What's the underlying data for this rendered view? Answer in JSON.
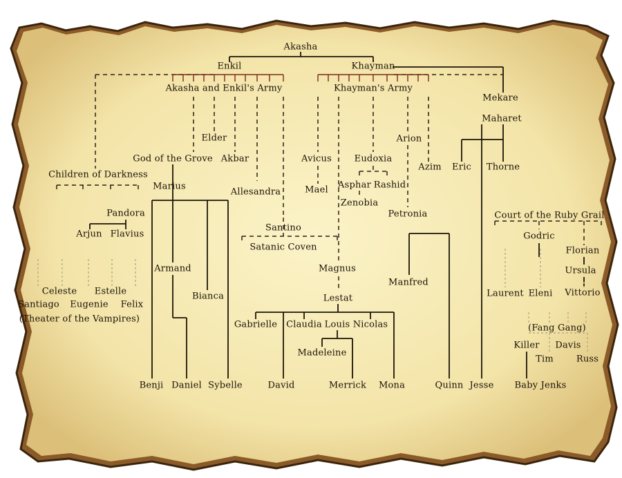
{
  "nodes": {
    "akasha": "Akasha",
    "enkil": "Enkil",
    "khayman": "Khayman",
    "akasha_enkil_army": "Akasha and Enkil's Army",
    "khaymans_army": "Khayman's Army",
    "mekare": "Mekare",
    "maharet": "Maharet",
    "elder": "Elder",
    "god_of_the_grove": "God of the Grove",
    "akbar": "Akbar",
    "children_of_darkness": "Children of Darkness",
    "marius": "Marius",
    "allesandra": "Allesandra",
    "avicus": "Avicus",
    "mael": "Mael",
    "eudoxia": "Eudoxia",
    "asphar": "Asphar",
    "rashid": "Rashid",
    "zenobia": "Zenobia",
    "arion": "Arion",
    "azim": "Azim",
    "eric": "Eric",
    "thorne": "Thorne",
    "pandora": "Pandora",
    "arjun": "Arjun",
    "flavius": "Flavius",
    "santino": "Santino",
    "satanic_coven": "Satanic Coven",
    "petronia": "Petronia",
    "court_of_the_ruby_grail": "Court of the Ruby Grail",
    "godric": "Godric",
    "florian": "Florian",
    "ursula": "Ursula",
    "vittorio": "Vittorio",
    "laurent": "Laurent",
    "eleni": "Eleni",
    "armand": "Armand",
    "magnus": "Magnus",
    "manfred": "Manfred",
    "celeste": "Celeste",
    "estelle": "Estelle",
    "santiago": "Santiago",
    "eugenie": "Eugenie",
    "felix": "Felix",
    "theater_of_the_vampires": "(Theater of the Vampires)",
    "bianca": "Bianca",
    "lestat": "Lestat",
    "gabrielle": "Gabrielle",
    "claudia": "Claudia",
    "louis": "Louis",
    "nicolas": "Nicolas",
    "madeleine": "Madeleine",
    "fang_gang": "(Fang Gang)",
    "killer": "Killer",
    "davis": "Davis",
    "tim": "Tim",
    "russ": "Russ",
    "baby_jenks": "Baby Jenks",
    "benji": "Benji",
    "daniel": "Daniel",
    "sybelle": "Sybelle",
    "david": "David",
    "merrick": "Merrick",
    "mona": "Mona",
    "quinn": "Quinn",
    "jesse": "Jesse"
  },
  "colors": {
    "parchment": "#f6eab4",
    "parchment_edge": "#c9a25a",
    "burnt_edge": "#5a3a1c",
    "line": "#1c1408",
    "dashed_line": "#2a2014",
    "army_line": "#7a2a1a",
    "faint_line": "#b9ab88",
    "text": "#1a1208"
  }
}
